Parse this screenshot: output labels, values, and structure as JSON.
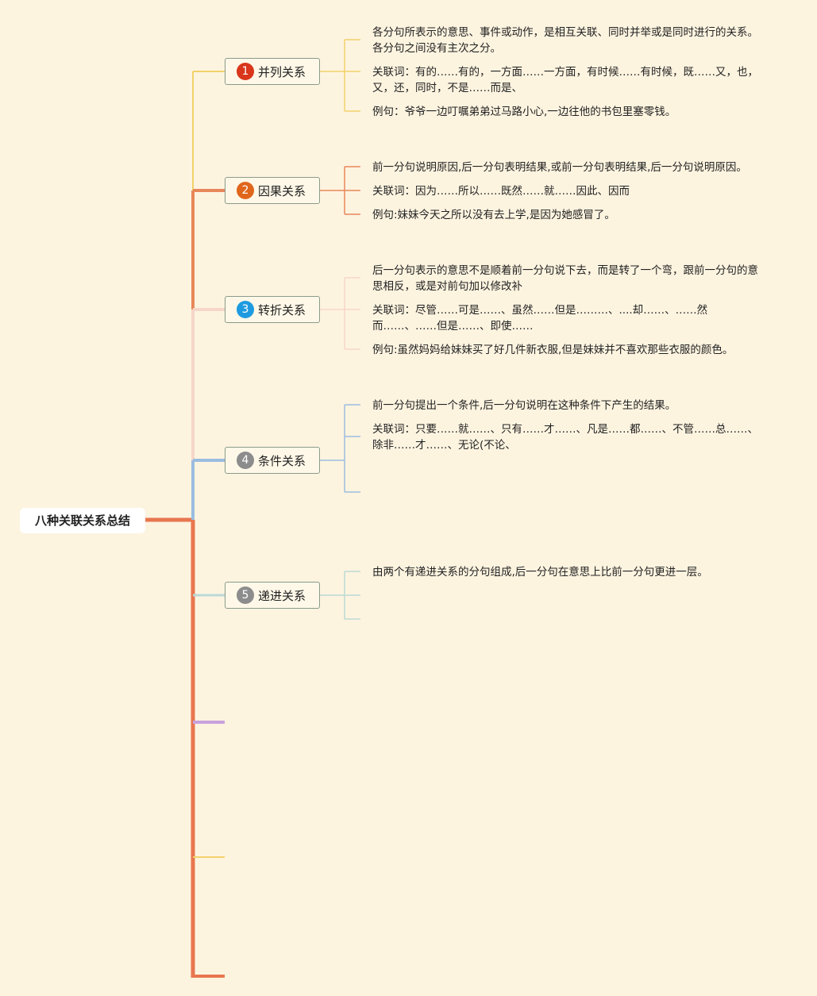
{
  "root": {
    "label": "八种关联关系总结"
  },
  "topics": [
    {
      "num": "1",
      "label": "并列关系",
      "badge_color": "#d9361b",
      "line_color": "#f2d26a",
      "details": [
        "各分句所表示的意思、事件或动作，是相互关联、同时并举或是同时进行的关系。各分句之间没有主次之分。",
        "关联词：有的……有的，一方面……一方面，有时候……有时候，既……又，也，又，还，同时，不是……而是、",
        "例句：爷爷一边叮嘱弟弟过马路小心,一边往他的书包里塞零钱。"
      ]
    },
    {
      "num": "2",
      "label": "因果关系",
      "badge_color": "#e0661c",
      "line_color": "#e8875a",
      "details": [
        "前一分句说明原因,后一分句表明结果,或前一分句表明结果,后一分句说明原因。",
        "关联词：因为……所以……既然……就……因此、因而",
        "例句:妹妹今天之所以没有去上学,是因为她感冒了。"
      ]
    },
    {
      "num": "3",
      "label": "转折关系",
      "badge_color": "#1e9be0",
      "line_color": "#f6d6c8",
      "details": [
        "后一分句表示的意思不是顺着前一分句说下去，而是转了一个弯，跟前一分句的意思相反，或是对前句加以修改补",
        "关联词：尽管……可是……、虽然……但是………、....却……、……然而……、……但是……、即使……",
        "例句:虽然妈妈给妹妹买了好几件新衣服,但是妹妹并不喜欢那些衣服的颜色。"
      ]
    },
    {
      "num": "4",
      "label": "条件关系",
      "badge_color": "#8c8c8c",
      "line_color": "#9bbde0",
      "details": [
        "前一分句提出一个条件,后一分句说明在这种条件下产生的结果。",
        "关联词：只要……就……、只有……才……、凡是……都……、不管……总……、除非……才……、无论(不论、",
        ""
      ]
    },
    {
      "num": "5",
      "label": "递进关系",
      "badge_color": "#8c8c8c",
      "line_color": "#bcd9d6",
      "details": [
        "由两个有递进关系的分句组成,后一分句在意思上比前一分句更进一层。",
        "",
        ""
      ]
    }
  ],
  "extra_branch_colors": [
    "#c9a0dc",
    "#f2d26a",
    "#e8764f"
  ],
  "spine_color": "#e8764f"
}
